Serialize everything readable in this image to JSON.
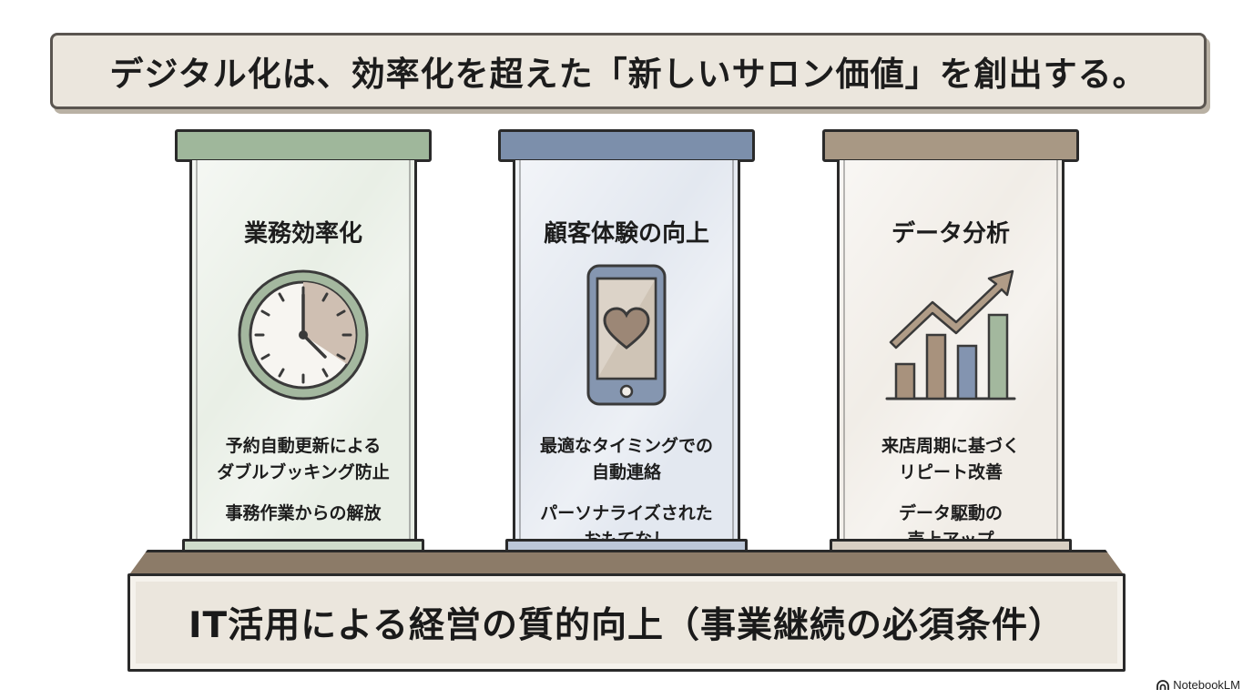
{
  "title": "デジタル化は、効率化を超えた「新しいサロン価値」を創出する。",
  "pillars": [
    {
      "title": "業務効率化",
      "icon": "clock-icon",
      "line1a": "予約自動更新による",
      "line1b": "ダブルブッキング防止",
      "line2a": "事務作業からの解放",
      "line2b": ""
    },
    {
      "title": "顧客体験の向上",
      "icon": "smartphone-heart-icon",
      "line1a": "最適なタイミングでの",
      "line1b": "自動連絡",
      "line2a": "パーソナライズされた",
      "line2b": "おもてなし"
    },
    {
      "title": "データ分析",
      "icon": "growth-chart-icon",
      "line1a": "来店周期に基づく",
      "line1b": "リピート改善",
      "line2a": "データ駆動の",
      "line2b": "売上アップ"
    }
  ],
  "foundation": "IT活用による経営の質的向上（事業継続の必須条件）",
  "brand": "NotebookLM",
  "colors": {
    "green": "#9fb79b",
    "blue": "#7c8fab",
    "brown": "#a89884",
    "banner": "#ebe6dd"
  }
}
